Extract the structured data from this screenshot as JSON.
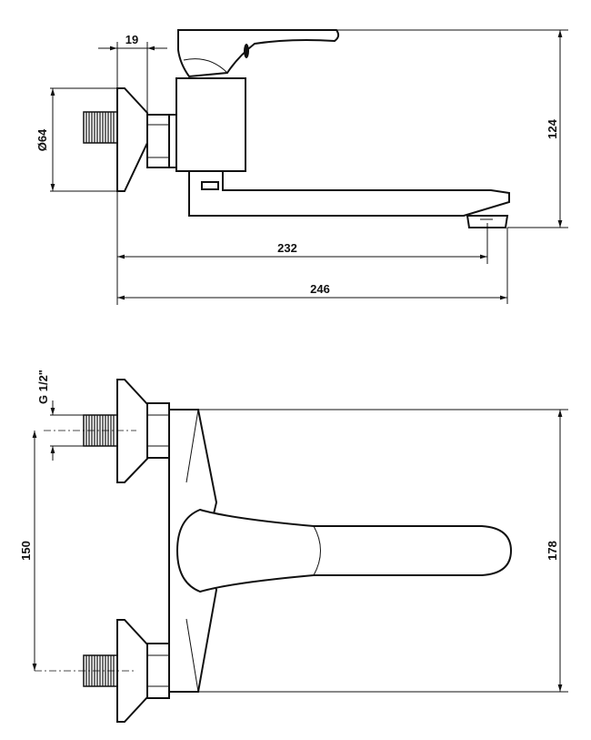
{
  "drawing": {
    "side_view": {
      "dimensions": {
        "flange_offset": "19",
        "rosette_diameter": "Ø64",
        "height": "124",
        "spout_reach": "232",
        "total_length": "246"
      }
    },
    "top_view": {
      "dimensions": {
        "thread": "G 1/2\"",
        "spacing": "150",
        "body_length": "178"
      }
    }
  }
}
